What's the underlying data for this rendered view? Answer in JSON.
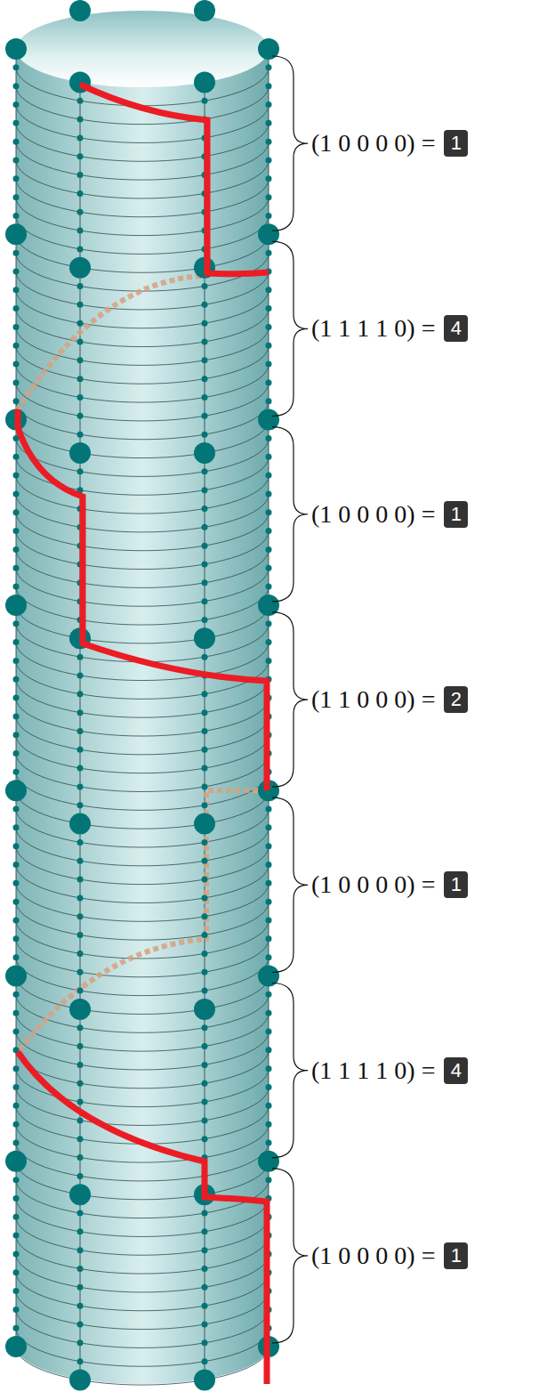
{
  "diagram": {
    "nodes": [
      {
        "text": [
          "1"
        ]
      },
      {
        "text": [
          "4"
        ]
      },
      {
        "text": [
          "1"
        ]
      },
      {
        "text": [
          "2"
        ]
      },
      {
        "text": [
          "1"
        ]
      },
      {
        "text": [
          "4"
        ]
      },
      {
        "text": [
          "1"
        ]
      }
    ],
    "labels": [
      "(1 0 0 0 0) =",
      "(1 1 1 1 0) =",
      "(1 0 0 0 0) =",
      "(1 1 0 0 0) =",
      "(1 0 0 0 0) =",
      "(1 1 1 1 0) =",
      "(1 0 0 0 0) ="
    ]
  }
}
